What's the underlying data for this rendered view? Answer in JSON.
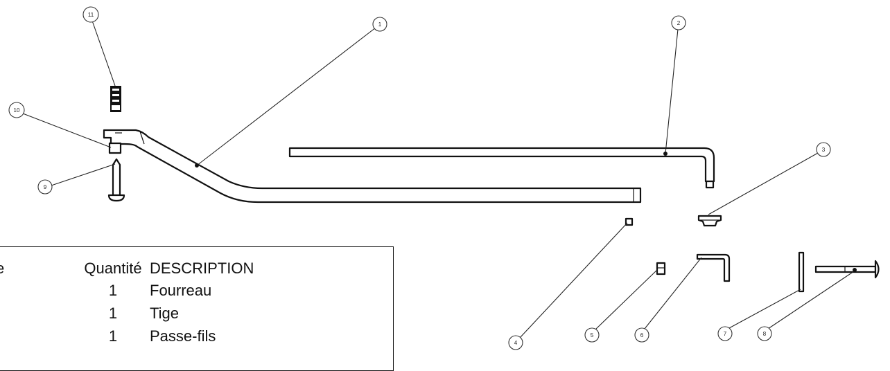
{
  "callouts": [
    "1",
    "2",
    "3",
    "4",
    "5",
    "6",
    "7",
    "8",
    "9",
    "10",
    "11"
  ],
  "bom": {
    "headers": {
      "item": "e",
      "qty": "Quantité",
      "desc": "DESCRIPTION"
    },
    "rows": [
      {
        "qty": "1",
        "desc": "Fourreau"
      },
      {
        "qty": "1",
        "desc": "Tige"
      },
      {
        "qty": "1",
        "desc": "Passe-fils"
      }
    ]
  }
}
